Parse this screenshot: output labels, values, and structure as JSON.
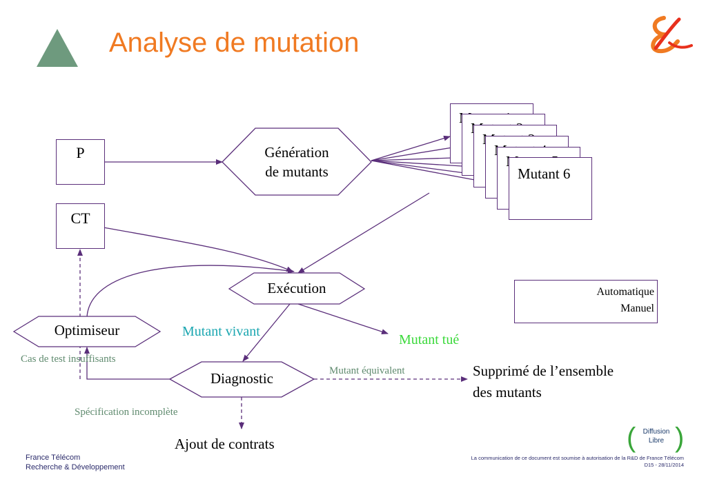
{
  "title": "Analyse de mutation",
  "nodes": {
    "p": "P",
    "ct": "CT",
    "generation_line1": "Génération",
    "generation_line2": "de mutants",
    "mutants": [
      "Mutant 1",
      "Mutant 2",
      "Mutant 3",
      "Mutant 4",
      "Mutant 5",
      "Mutant 6"
    ],
    "execution": "Exécution",
    "optimiseur": "Optimiseur",
    "diagnostic": "Diagnostic",
    "ajout": "Ajout de contrats",
    "supprime_line1": "Supprimé de l’ensemble",
    "supprime_line2": "des mutants"
  },
  "edge_labels": {
    "mutant_vivant": "Mutant vivant",
    "mutant_tue": "Mutant tué",
    "cas_test": "Cas de test insuffisants",
    "mutant_equivalent": "Mutant équivalent",
    "specification": "Spécification incomplète"
  },
  "legend": {
    "automatique": "Automatique",
    "manuel": "Manuel"
  },
  "footer": {
    "org_line1": "France Télécom",
    "org_line2": "Recherche & Développement",
    "notice": "La communication de ce document est soumise à autorisation de la R&D de France Télécom",
    "ref": "D15 - 28/11/2014"
  },
  "badge": {
    "line1": "Diffusion",
    "line2": "Libre"
  },
  "colors": {
    "title": "#f07a22",
    "edges": "#5a2e7a",
    "triangle": "#6e9a7e",
    "mutant_vivant": "#1aa6b0",
    "mutant_tue": "#3ad93a",
    "edge_label_gray": "#5f8a6e"
  },
  "icons": {
    "logo": "france-telecom-logo",
    "triangle": "triangle-icon"
  }
}
